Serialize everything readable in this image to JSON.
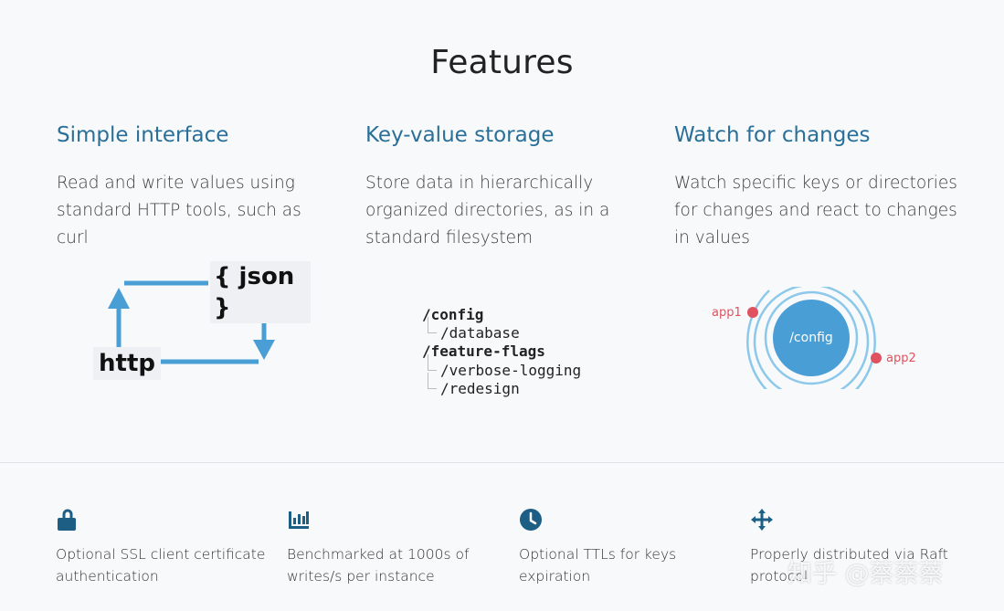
{
  "title": "Features",
  "features": [
    {
      "heading": "Simple interface",
      "text": "Read and write values using standard HTTP tools, such as curl"
    },
    {
      "heading": "Key-value storage",
      "text": "Store data in hierarchically organized directories, as in a standard filesystem"
    },
    {
      "heading": "Watch for changes",
      "text": "Watch specific keys or directories for changes and react to changes in values"
    }
  ],
  "diagram_http": {
    "json": "{ json }",
    "http": "http"
  },
  "tree": {
    "config": "/config",
    "database": "/database",
    "feature_flags": "/feature-flags",
    "verbose_logging": "/verbose-logging",
    "redesign": "/redesign"
  },
  "watch": {
    "center": "/config",
    "app1": "app1",
    "app2": "app2"
  },
  "extras": [
    {
      "icon": "lock-icon",
      "text": "Optional SSL client certificate authentication"
    },
    {
      "icon": "bar-chart-icon",
      "text": "Benchmarked at 1000s of writes/s per instance"
    },
    {
      "icon": "clock-icon",
      "text": "Optional TTLs for keys expiration"
    },
    {
      "icon": "move-arrows-icon",
      "text": "Properly distributed via Raft protocol"
    }
  ],
  "watermark": "知乎 @蔡蔡蔡",
  "colors": {
    "accent": "#2a6f97",
    "diagram_blue": "#4a9ed6",
    "dot_red": "#e0525f"
  }
}
